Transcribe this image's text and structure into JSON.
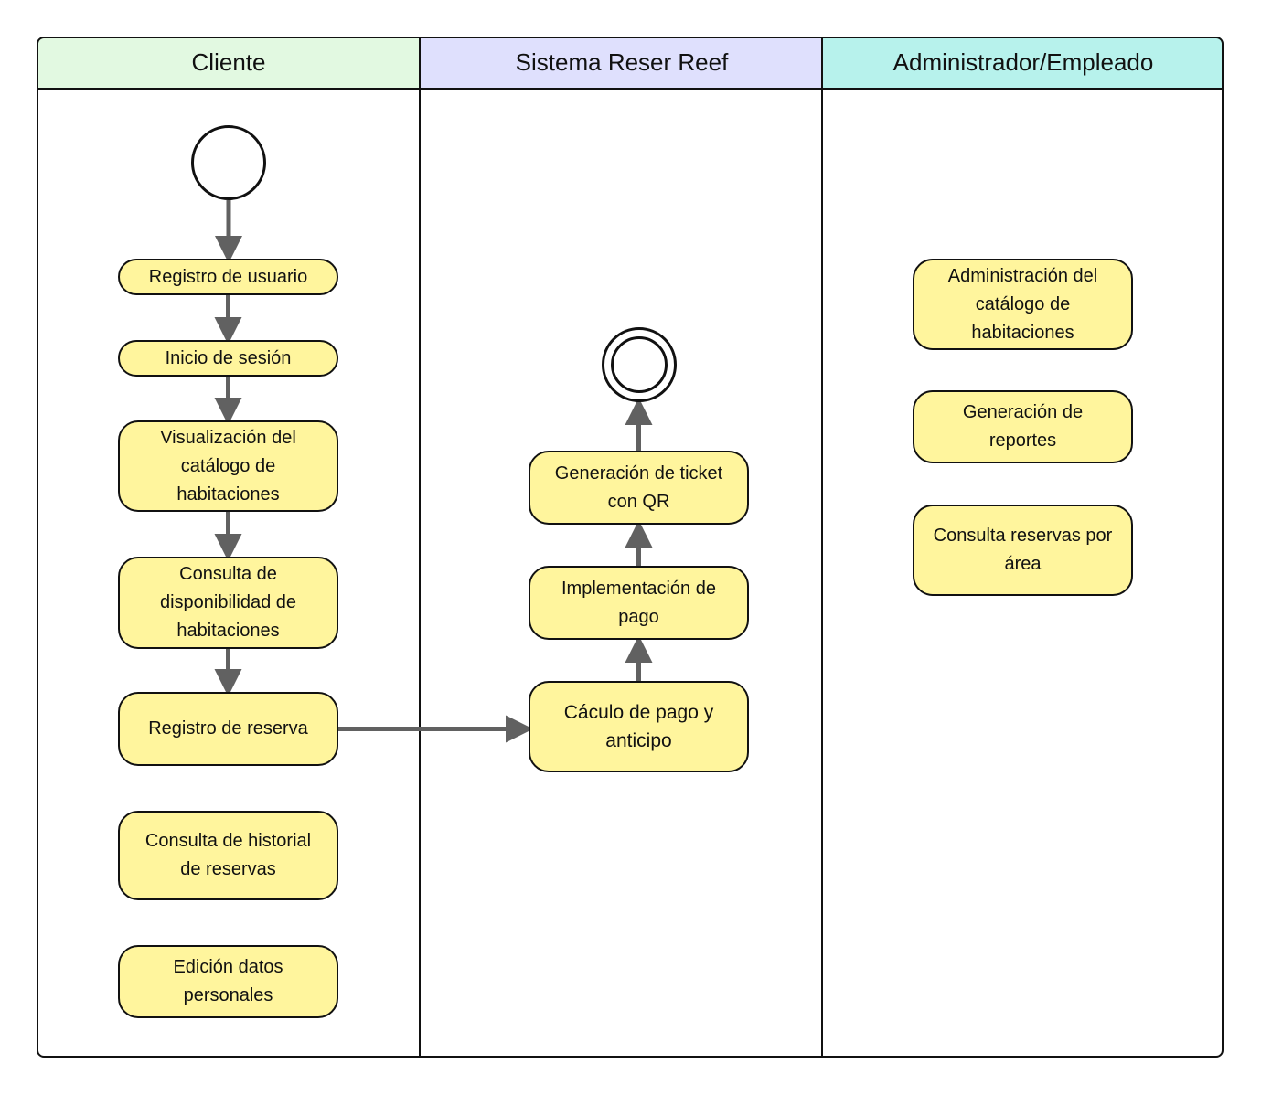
{
  "colors": {
    "node_fill": "#fff59d",
    "edge": "#616161",
    "border": "#111111",
    "lane_cliente": "#e2f9e1",
    "lane_sistema": "#dfe0fd",
    "lane_admin": "#b7f2ec"
  },
  "lanes": [
    {
      "title": "Cliente"
    },
    {
      "title": "Sistema Reser Reef"
    },
    {
      "title": "Administrador/Empleado"
    }
  ],
  "nodes": {
    "registro_usuario": "Registro de usuario",
    "inicio_sesion": "Inicio de sesión",
    "visualizacion_catalogo": "Visualización del catálogo de habitaciones",
    "consulta_disponibilidad": "Consulta de disponibilidad de habitaciones",
    "registro_reserva": "Registro de reserva",
    "consulta_historial": "Consulta de historial de reservas",
    "edicion_datos": "Edición datos personales",
    "calculo_pago": "Cáculo de pago y anticipo",
    "implementacion_pago": "Implementación de pago",
    "generacion_ticket": "Generación de ticket con QR",
    "administracion_catalogo": "Administración del catálogo de habitaciones",
    "generacion_reportes": "Generación de reportes",
    "consulta_reservas_area": "Consulta reservas por área"
  },
  "start_event": "start-node",
  "end_event": "end-node",
  "edges": [
    {
      "from": "start",
      "to": "registro_usuario"
    },
    {
      "from": "registro_usuario",
      "to": "inicio_sesion"
    },
    {
      "from": "inicio_sesion",
      "to": "visualizacion_catalogo"
    },
    {
      "from": "visualizacion_catalogo",
      "to": "consulta_disponibilidad"
    },
    {
      "from": "consulta_disponibilidad",
      "to": "registro_reserva"
    },
    {
      "from": "registro_reserva",
      "to": "calculo_pago"
    },
    {
      "from": "calculo_pago",
      "to": "implementacion_pago"
    },
    {
      "from": "implementacion_pago",
      "to": "generacion_ticket"
    },
    {
      "from": "generacion_ticket",
      "to": "end"
    }
  ]
}
